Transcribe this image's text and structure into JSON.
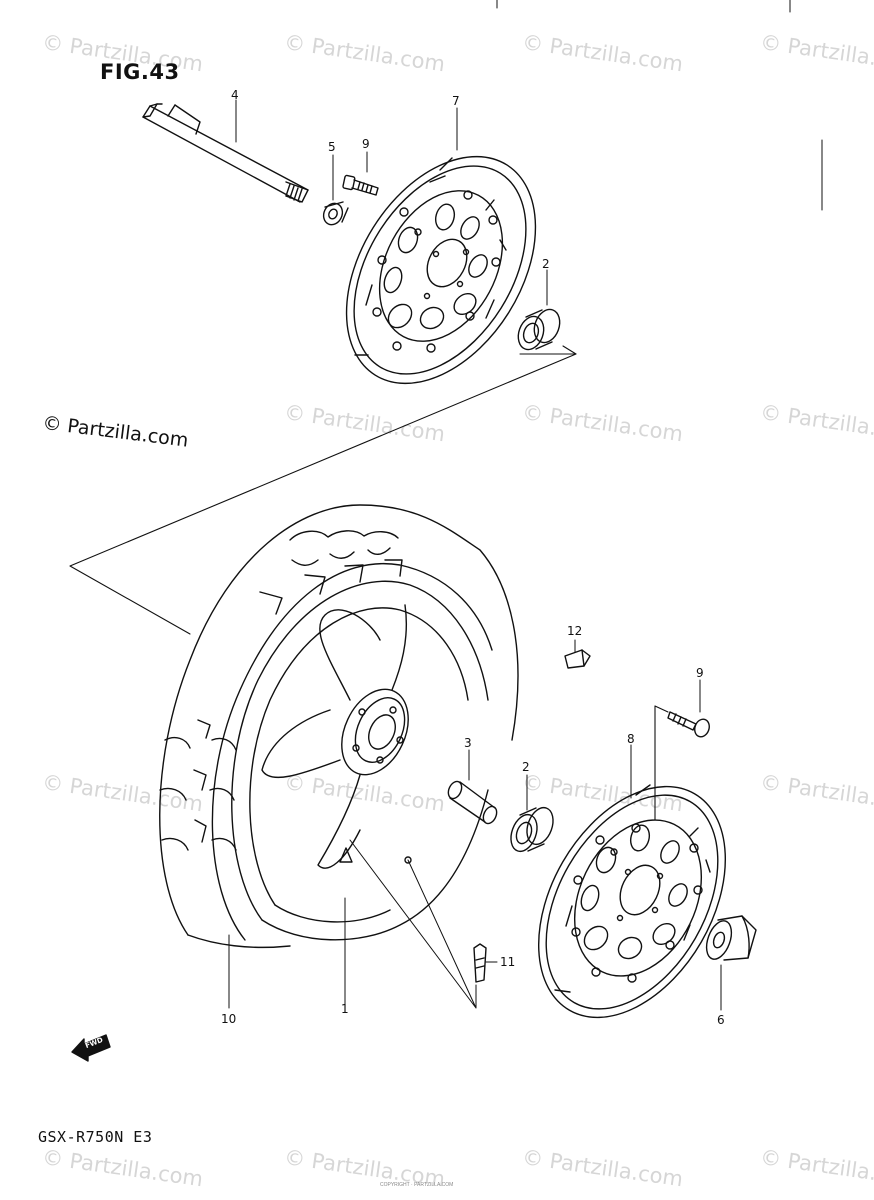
{
  "figure": {
    "title": "FIG.43",
    "model": "GSX-R750N E3"
  },
  "watermark": {
    "text": "© Partzilla.com",
    "main": "© Partzilla.com"
  },
  "fine_print": "COPYRIGHT · PARTZILLA.COM",
  "fwd_text": "FWD",
  "callouts": {
    "c1": "1",
    "c2a": "2",
    "c2b": "2",
    "c3": "3",
    "c4": "4",
    "c5": "5",
    "c6": "6",
    "c7": "7",
    "c8": "8",
    "c9a": "9",
    "c9b": "9",
    "c10": "10",
    "c11": "11",
    "c12": "12"
  },
  "colors": {
    "line": "#111111",
    "watermark": "#d6d6d6",
    "background": "#ffffff"
  }
}
